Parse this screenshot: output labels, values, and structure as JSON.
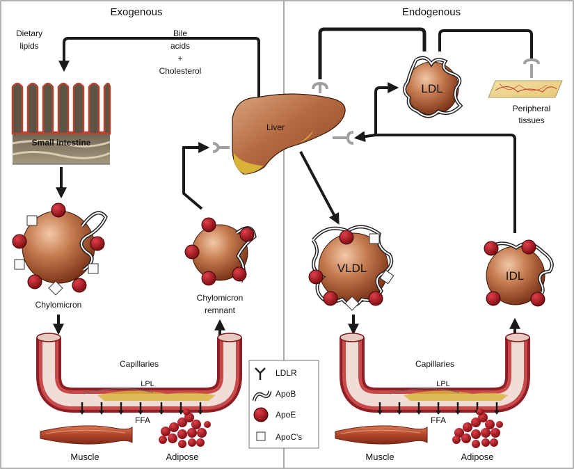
{
  "panels": {
    "exogenous_title": "Exogenous",
    "endogenous_title": "Endogenous"
  },
  "labels": {
    "dietary_lipids_line1": "Dietary",
    "dietary_lipids_line2": "lipids",
    "bile_line1": "Bile",
    "bile_line2": "acids",
    "bile_line3": "+",
    "bile_line4": "Cholesterol",
    "small_intestine": "Small intestine",
    "liver": "Liver",
    "chylomicron": "Chylomicron",
    "remnant_line1": "Chylomicron",
    "remnant_line2": "remnant",
    "ldl": "LDL",
    "vldl": "VLDL",
    "idl": "IDL",
    "peripheral_line1": "Peripheral",
    "peripheral_line2": "tissues",
    "capillaries_left": "Capillaries",
    "capillaries_right": "Capillaries",
    "lpl_left": "LPL",
    "lpl_right": "LPL",
    "ffa_left": "FFA",
    "ffa_right": "FFA",
    "muscle_left": "Muscle",
    "muscle_right": "Muscle",
    "adipose_left": "Adipose",
    "adipose_right": "Adipose"
  },
  "legend": {
    "items": [
      {
        "symbol": "ldlr-symbol",
        "label": "LDLR"
      },
      {
        "symbol": "apob-symbol",
        "label": "ApoB"
      },
      {
        "symbol": "apoe-symbol",
        "label": "ApoE"
      },
      {
        "symbol": "apoc-symbol",
        "label": "ApoC's"
      }
    ]
  },
  "colors": {
    "particle": "#b8623c",
    "apoe": "#a80c16",
    "liver": "#b3683e",
    "liver_bile": "#d9b23a",
    "vessel": "#a8242a",
    "muscle": "#b64a2a",
    "receptor": "#a0a0a0",
    "arrow": "#1a1a1a"
  }
}
